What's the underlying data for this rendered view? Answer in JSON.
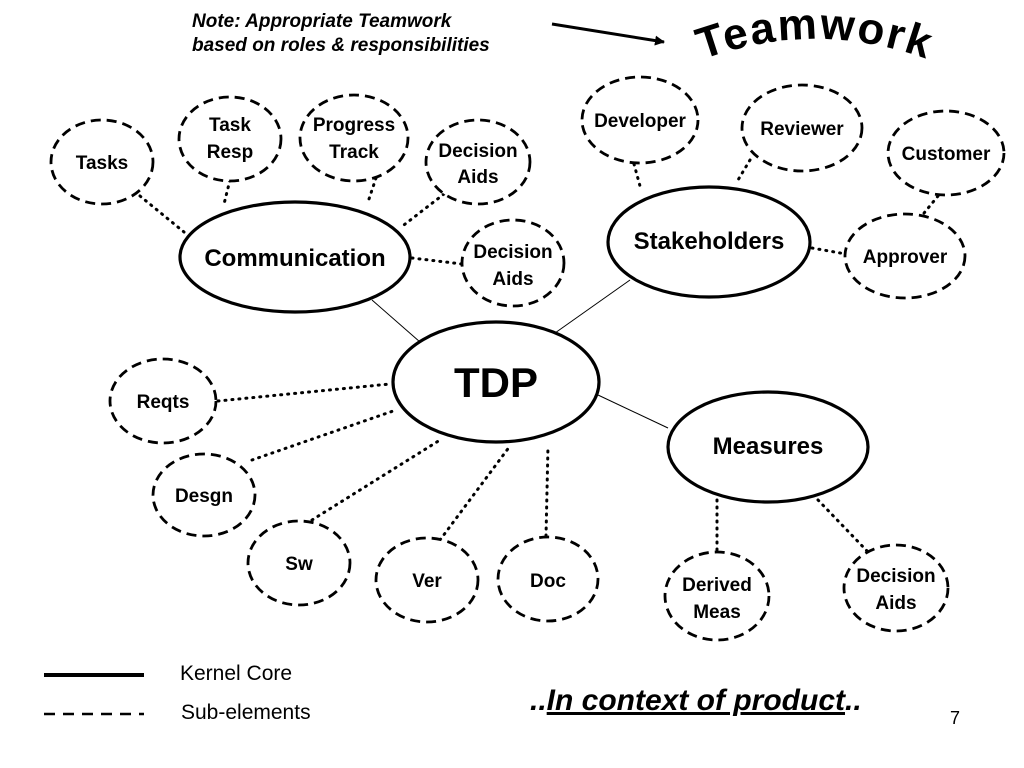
{
  "note": {
    "line1": "Note: Appropriate Teamwork",
    "line2": "based on roles & responsibilities"
  },
  "title": "Teamwork",
  "kernel": {
    "tdp": "TDP",
    "communication": "Communication",
    "stakeholders": "Stakeholders",
    "measures": "Measures"
  },
  "communication_subs": [
    {
      "lines": [
        "Tasks"
      ]
    },
    {
      "lines": [
        "Task",
        "Resp"
      ]
    },
    {
      "lines": [
        "Progress",
        "Track"
      ]
    },
    {
      "lines": [
        "Decision",
        "Aids"
      ]
    },
    {
      "lines": [
        "Decision",
        "Aids"
      ]
    }
  ],
  "stakeholder_subs": [
    {
      "lines": [
        "Developer"
      ]
    },
    {
      "lines": [
        "Reviewer"
      ]
    },
    {
      "lines": [
        "Customer"
      ]
    },
    {
      "lines": [
        "Approver"
      ]
    }
  ],
  "tdp_subs": [
    {
      "lines": [
        "Reqts"
      ]
    },
    {
      "lines": [
        "Desgn"
      ]
    },
    {
      "lines": [
        "Sw"
      ]
    },
    {
      "lines": [
        "Ver"
      ]
    },
    {
      "lines": [
        "Doc"
      ]
    }
  ],
  "measure_subs": [
    {
      "lines": [
        "Derived",
        "Meas"
      ]
    },
    {
      "lines": [
        "Decision",
        "Aids"
      ]
    }
  ],
  "legend": {
    "kernel_core": "Kernel Core",
    "sub_elements": "Sub-elements"
  },
  "context": {
    "prefix": "..",
    "underlined": "In context of product",
    "suffix": ".."
  },
  "page_number": "7"
}
